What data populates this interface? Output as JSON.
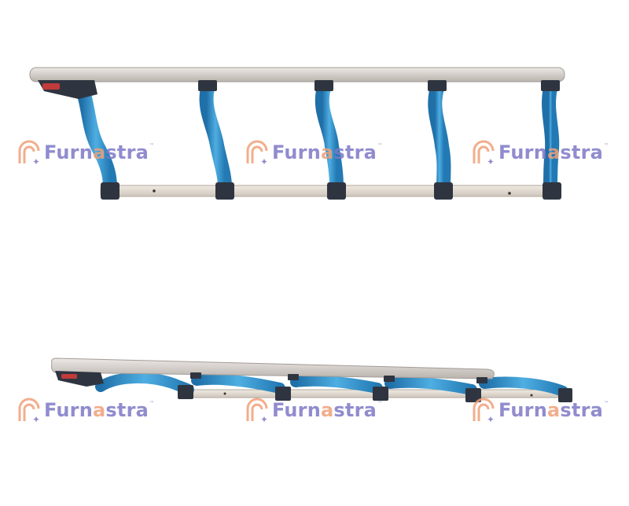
{
  "watermark": {
    "brand_pre": "Furn",
    "brand_mid": "a",
    "brand_post": "stra",
    "tm": "™"
  },
  "colors": {
    "rail": "#dcd6d2",
    "rail_shadow": "#b8b1ac",
    "support": "#2f86c2",
    "support_light": "#4aa7de",
    "bracket": "#2f3540",
    "brand_purple": "#7d78c6",
    "brand_orange": "#f0a07a"
  },
  "icons": {
    "logo": "rainbow-arch-icon"
  }
}
